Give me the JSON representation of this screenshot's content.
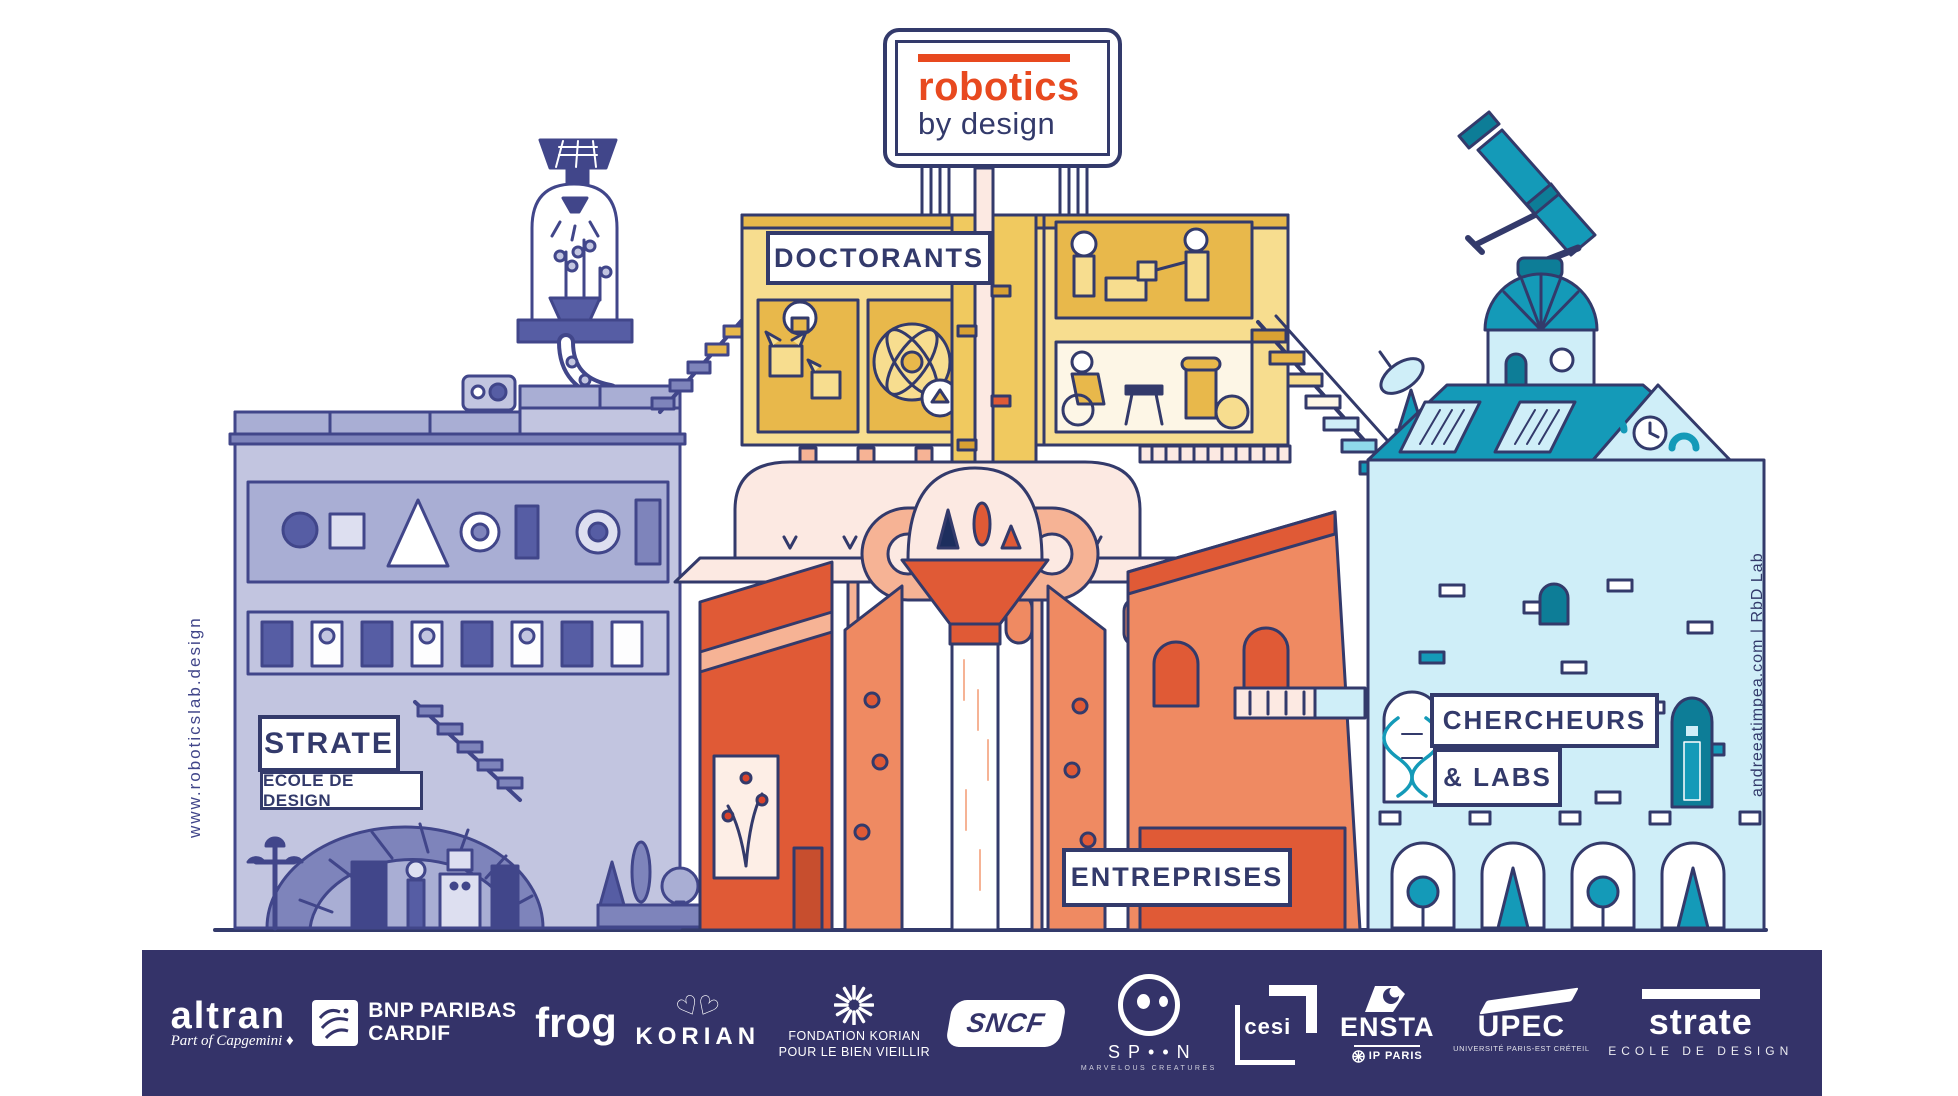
{
  "sign": {
    "line1": "robotics",
    "line2": "by design"
  },
  "buildings": {
    "doctorants": {
      "label": "DOCTORANTS"
    },
    "strate": {
      "title": "STRATE",
      "subtitle": "ECOLE DE DESIGN"
    },
    "entreprises": {
      "label": "ENTREPRISES"
    },
    "chercheurs": {
      "line1": "CHERCHEURS",
      "line2": "& LABS"
    }
  },
  "credits": {
    "left_vertical": "www.roboticslab.design",
    "right_vertical": "andreeatimpea.com | RbD Lab"
  },
  "colors": {
    "outline_navy": "#333a6b",
    "accent_red": "#e8491f",
    "purple_building": "#c2c5e0",
    "gold_building": "#f7dd8f",
    "orange_building": "#ef8a62",
    "cyan_building": "#cfeef8",
    "teal_accent": "#149ab8",
    "footer_background": "#343369"
  },
  "footer": {
    "logos": [
      {
        "name": "altran",
        "label": "altran",
        "sublabel": "Part of Capgemini ♦"
      },
      {
        "name": "bnp-paribas-cardif",
        "label": "BNP PARIBAS",
        "sublabel": "CARDIF"
      },
      {
        "name": "frog",
        "label": "frog"
      },
      {
        "name": "korian",
        "label": "KORIAN",
        "icon_glyph": "♡"
      },
      {
        "name": "fondation-korian",
        "label": "FONDATION KORIAN",
        "sublabel": "POUR LE BIEN VIEILLIR"
      },
      {
        "name": "sncf",
        "label": "SNCF"
      },
      {
        "name": "spoon",
        "label": "SP••N",
        "sublabel": "MARVELOUS CREATURES"
      },
      {
        "name": "cesi",
        "label": "cesi"
      },
      {
        "name": "ensta",
        "label": "ENSTA",
        "sublabel": "IP PARIS"
      },
      {
        "name": "upec",
        "label": "UPEC",
        "sublabel": "UNIVERSITÉ PARIS-EST CRÉTEIL"
      },
      {
        "name": "strate-ecole-de-design",
        "label": "strate",
        "sublabel": "ECOLE DE DESIGN"
      }
    ]
  }
}
